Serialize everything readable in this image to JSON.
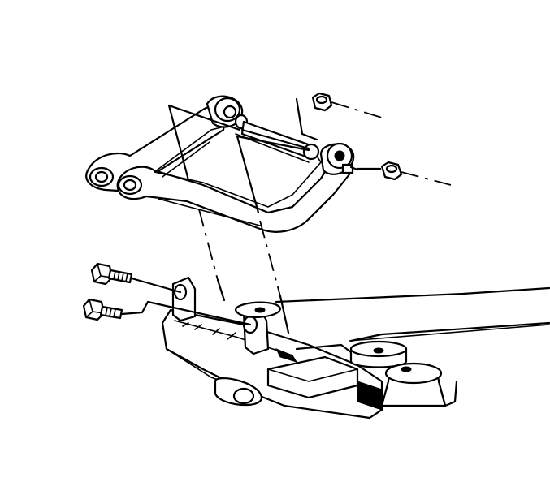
{
  "figure": {
    "background": "#ffffff",
    "line_color": "#000000",
    "parts": [
      "upper-control-arm",
      "bushing",
      "nut",
      "bolt",
      "crossmember",
      "stud"
    ]
  }
}
